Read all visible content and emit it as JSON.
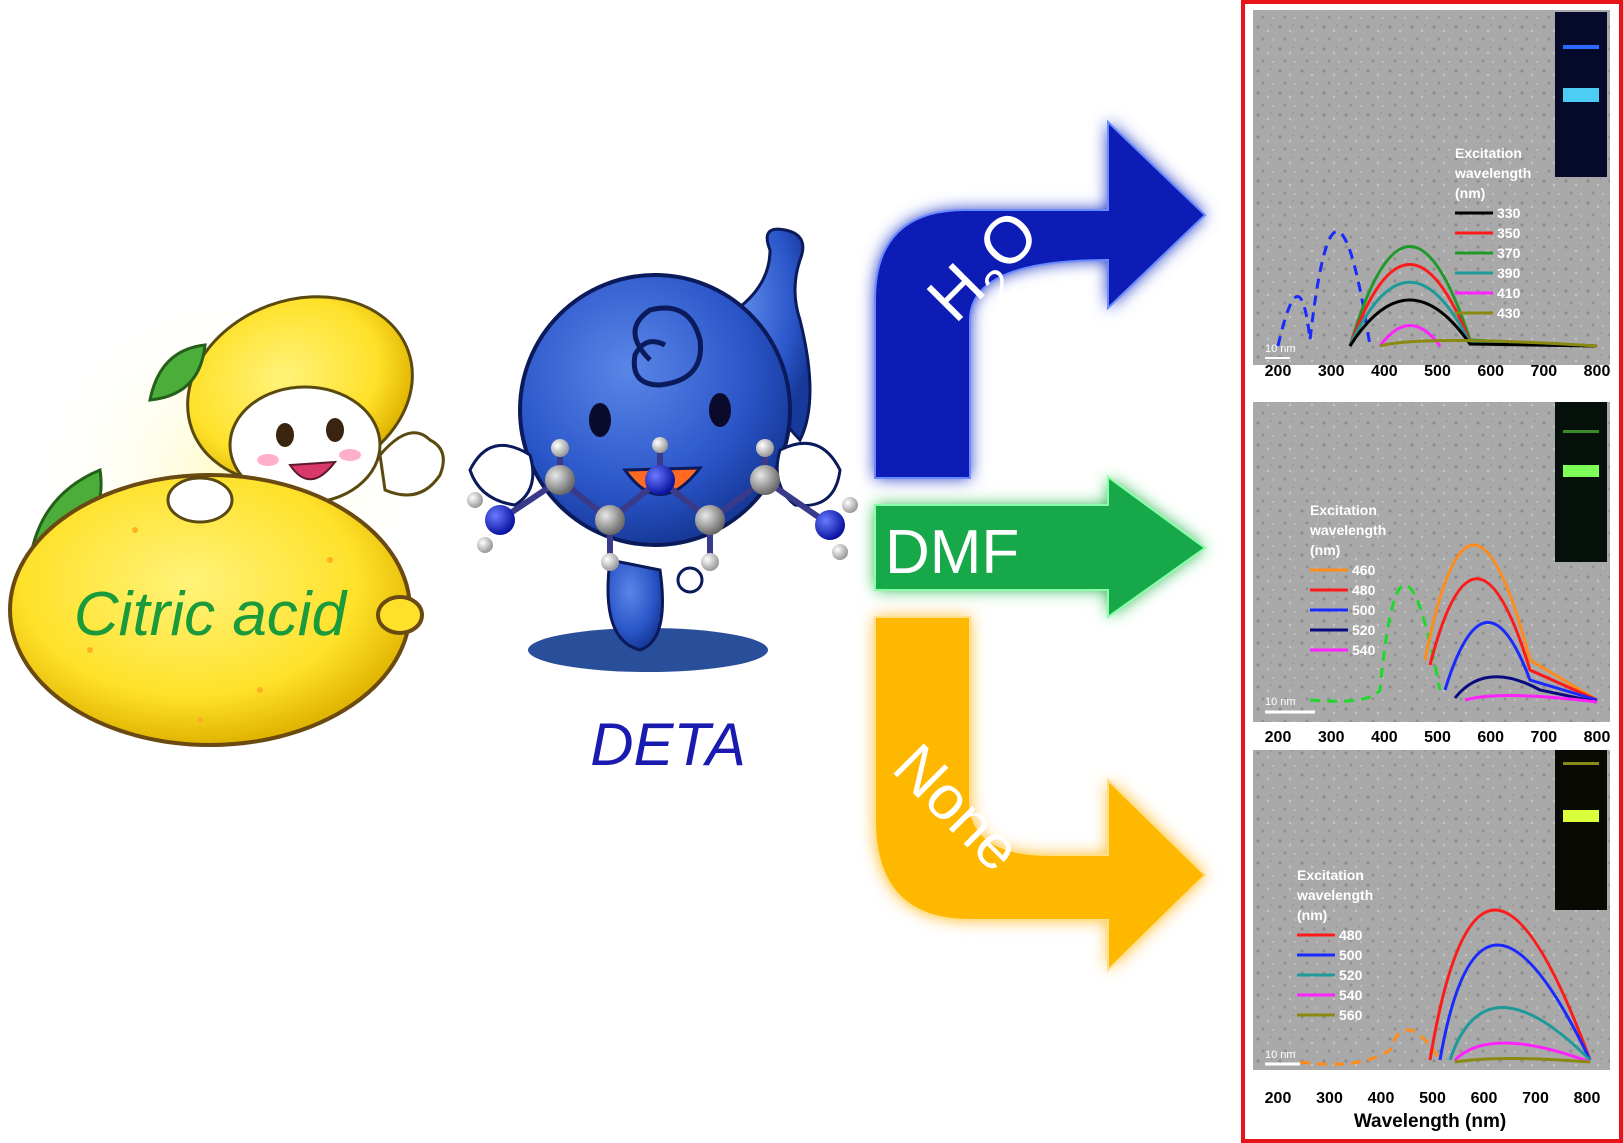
{
  "labels": {
    "citric_acid": "Citric acid",
    "deta": "DETA",
    "solvent_h2o_main": "H",
    "solvent_h2o_sub": "2",
    "solvent_h2o_tail": "O",
    "solvent_dmf": "DMF",
    "solvent_none": "None"
  },
  "colors": {
    "h2o_arrow": "#0a1fb4",
    "dmf_arrow": "#12a84a",
    "none_arrow": "#ffb800",
    "panel_border": "#e8141a",
    "citric_text": "#1a9a3a",
    "deta_text": "#1a1ab0"
  },
  "panels_common": {
    "x_ticks": [
      "200",
      "300",
      "400",
      "500",
      "600",
      "700",
      "800"
    ],
    "x_axis_label": "Wavelength (nm)",
    "scale_bar": "10 nm"
  },
  "panels": [
    {
      "legend_title": [
        "Excitation",
        "wavelength",
        "(nm)"
      ],
      "legend": [
        {
          "label": "330",
          "color": "#000000"
        },
        {
          "label": "350",
          "color": "#ff1a1a"
        },
        {
          "label": "370",
          "color": "#1f9a2a"
        },
        {
          "label": "390",
          "color": "#1f9a9a"
        },
        {
          "label": "410",
          "color": "#ff22ff"
        },
        {
          "label": "430",
          "color": "#8a8a10"
        }
      ],
      "vial_glow": "#4fd8ff"
    },
    {
      "legend_title": [
        "Excitation",
        "wavelength",
        "(nm)"
      ],
      "legend": [
        {
          "label": "460",
          "color": "#ff8c1a"
        },
        {
          "label": "480",
          "color": "#ff1a1a"
        },
        {
          "label": "500",
          "color": "#1a2aff"
        },
        {
          "label": "520",
          "color": "#0a0a80"
        },
        {
          "label": "540",
          "color": "#ff22ff"
        }
      ],
      "vial_glow": "#7dff5a"
    },
    {
      "legend_title": [
        "Excitation",
        "wavelength",
        "(nm)"
      ],
      "legend": [
        {
          "label": "480",
          "color": "#ff1a1a"
        },
        {
          "label": "500",
          "color": "#1a2aff"
        },
        {
          "label": "520",
          "color": "#1f9a9a"
        },
        {
          "label": "540",
          "color": "#ff22ff"
        },
        {
          "label": "560",
          "color": "#8a8a10"
        }
      ],
      "vial_glow": "#d8ff3a"
    }
  ]
}
